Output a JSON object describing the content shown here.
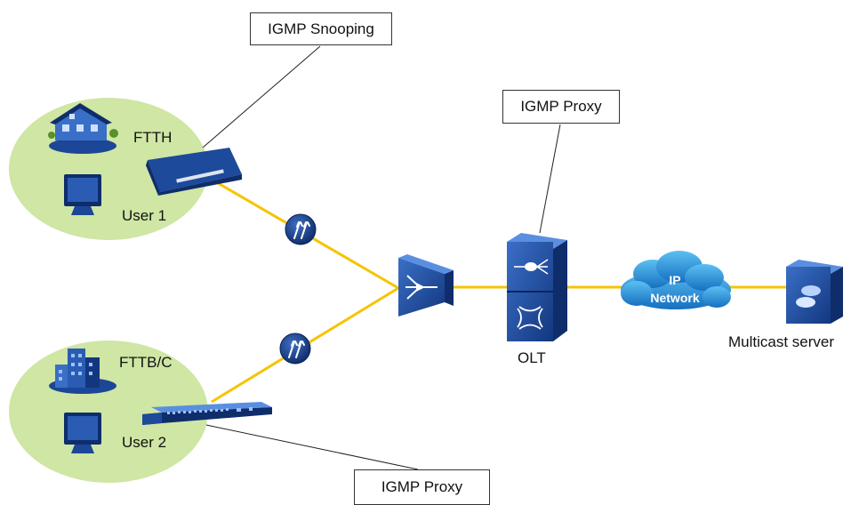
{
  "callouts": {
    "snooping": "IGMP Snooping",
    "proxy_olt": "IGMP Proxy",
    "proxy_switch": "IGMP Proxy"
  },
  "sites": {
    "ftth": {
      "label": "FTTH",
      "user": "User 1"
    },
    "fttb": {
      "label": "FTTB/C",
      "user": "User 2"
    }
  },
  "nodes": {
    "olt": "OLT",
    "cloud_line1": "IP",
    "cloud_line2": "Network",
    "server": "Multicast server"
  },
  "colors": {
    "fiber": "#f5c400",
    "user_area": "#cfe6a4",
    "device_blue": "#1d4a9a",
    "device_dark": "#0f2d6b",
    "cloud": "#1f8fd6"
  },
  "icons": [
    "house-icon",
    "monitor-icon",
    "building-icon",
    "ont-modem-icon",
    "splitter-icon",
    "olt-icon",
    "server-icon",
    "cloud-icon",
    "switch-icon"
  ]
}
